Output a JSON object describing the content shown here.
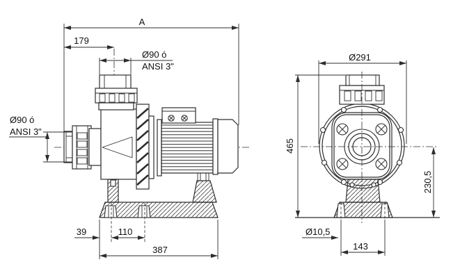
{
  "diagram": {
    "kind": "technical-dimension-drawing",
    "subject": "centrifugal pump — side view and front view",
    "background_color": "#ffffff",
    "line_color": "#2d2d2d",
    "text_color": "#111111",
    "side_view": {
      "dims": {
        "overall_length": "A",
        "port_offset": "179",
        "top_port_line1": "Ø90 ó",
        "top_port_line2": "ANSI 3\"",
        "suction_port_line1": "Ø90 ó",
        "suction_port_line2": "ANSI 3\"",
        "edge_to_hole": "39",
        "hole_spacing": "110",
        "base_length": "387"
      }
    },
    "front_view": {
      "dims": {
        "body_diameter": "Ø291",
        "overall_height": "465",
        "axis_height": "230,5",
        "anchor_hole_diameter": "Ø10,5",
        "anchor_hole_spacing": "143"
      }
    }
  }
}
